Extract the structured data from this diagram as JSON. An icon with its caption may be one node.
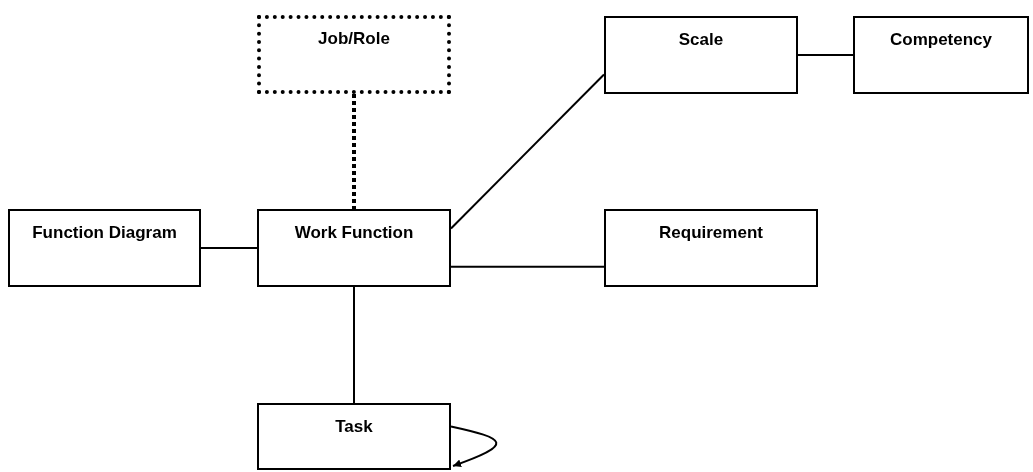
{
  "diagram": {
    "nodes": [
      {
        "text": [
          "Job/Role"
        ]
      },
      {
        "text": [
          "Scale"
        ]
      },
      {
        "text": [
          "Competency"
        ]
      },
      {
        "text": [
          "Function Diagram"
        ]
      },
      {
        "text": [
          "Work Function"
        ]
      },
      {
        "text": [
          "Requirement"
        ]
      },
      {
        "text": [
          "Task"
        ]
      }
    ],
    "edges": [
      {
        "from": 0,
        "to": 4,
        "arrow": "none",
        "style": "dashed"
      },
      {
        "from": 4,
        "to": 1,
        "arrow": "none"
      },
      {
        "from": 1,
        "to": 2,
        "arrow": "none"
      },
      {
        "from": 3,
        "to": 4,
        "arrow": "none"
      },
      {
        "from": 4,
        "to": 5,
        "arrow": "none"
      },
      {
        "from": 4,
        "to": 6,
        "arrow": "none"
      },
      {
        "from": 6,
        "to": 6,
        "arrow": "to"
      }
    ]
  }
}
